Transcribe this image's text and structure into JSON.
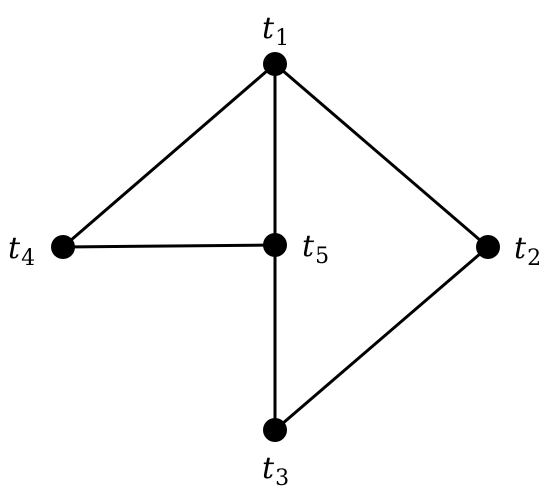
{
  "graph": {
    "nodes": [
      {
        "id": "t1",
        "base": "t",
        "sub": "1"
      },
      {
        "id": "t2",
        "base": "t",
        "sub": "2"
      },
      {
        "id": "t3",
        "base": "t",
        "sub": "3"
      },
      {
        "id": "t4",
        "base": "t",
        "sub": "4"
      },
      {
        "id": "t5",
        "base": "t",
        "sub": "5"
      }
    ],
    "edges": [
      {
        "from": "t1",
        "to": "t4"
      },
      {
        "from": "t1",
        "to": "t5"
      },
      {
        "from": "t1",
        "to": "t2"
      },
      {
        "from": "t4",
        "to": "t5"
      },
      {
        "from": "t5",
        "to": "t3"
      },
      {
        "from": "t3",
        "to": "t2"
      }
    ],
    "colors": {
      "node": "#000000",
      "edge": "#000000",
      "background": "#ffffff"
    }
  }
}
